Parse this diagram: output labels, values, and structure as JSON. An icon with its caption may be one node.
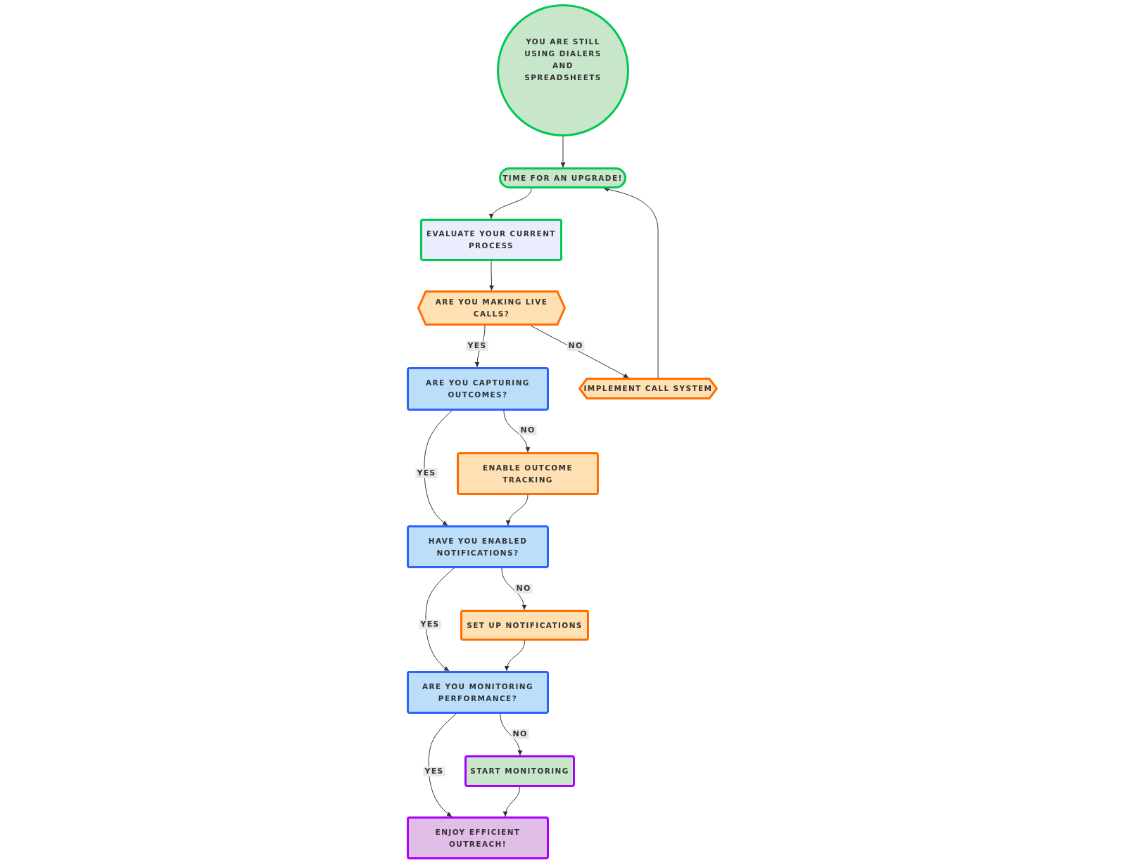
{
  "diagram": {
    "nodes": [
      {
        "text": [
          "YOU ARE STILL USING DIALERS AND SPREADSHEETS"
        ]
      },
      {
        "text": [
          "TIME FOR AN UPGRADE!"
        ]
      },
      {
        "text": [
          "EVALUATE YOUR CURRENT PROCESS"
        ]
      },
      {
        "text": [
          "ARE YOU MAKING LIVE CALLS?"
        ]
      },
      {
        "text": [
          "ARE YOU CAPTURING OUTCOMES?"
        ]
      },
      {
        "text": [
          "IMPLEMENT CALL SYSTEM"
        ]
      },
      {
        "text": [
          "ENABLE OUTCOME TRACKING"
        ]
      },
      {
        "text": [
          "HAVE YOU ENABLED NOTIFICATIONS?"
        ]
      },
      {
        "text": [
          "SET UP NOTIFICATIONS"
        ]
      },
      {
        "text": [
          "ARE YOU MONITORING PERFORMANCE?"
        ]
      },
      {
        "text": [
          "START MONITORING"
        ]
      },
      {
        "text": [
          "ENJOY EFFICIENT OUTREACH!"
        ]
      }
    ],
    "edges": [
      {
        "from": 0,
        "to": 1,
        "arrow": "to"
      },
      {
        "from": 1,
        "to": 2,
        "arrow": "to"
      },
      {
        "from": 2,
        "to": 3,
        "arrow": "to"
      },
      {
        "from": 3,
        "to": 4,
        "arrow": "to",
        "label": "YES"
      },
      {
        "from": 3,
        "to": 5,
        "arrow": "to",
        "label": "NO"
      },
      {
        "from": 5,
        "to": 1,
        "arrow": "to"
      },
      {
        "from": 4,
        "to": 7,
        "arrow": "to",
        "label": "YES"
      },
      {
        "from": 4,
        "to": 6,
        "arrow": "to",
        "label": "NO"
      },
      {
        "from": 6,
        "to": 7,
        "arrow": "to"
      },
      {
        "from": 7,
        "to": 9,
        "arrow": "to",
        "label": "YES"
      },
      {
        "from": 7,
        "to": 8,
        "arrow": "to",
        "label": "NO"
      },
      {
        "from": 8,
        "to": 9,
        "arrow": "to"
      },
      {
        "from": 9,
        "to": 11,
        "arrow": "to",
        "label": "YES"
      },
      {
        "from": 9,
        "to": 10,
        "arrow": "to",
        "label": "NO"
      },
      {
        "from": 10,
        "to": 11,
        "arrow": "to"
      }
    ]
  }
}
